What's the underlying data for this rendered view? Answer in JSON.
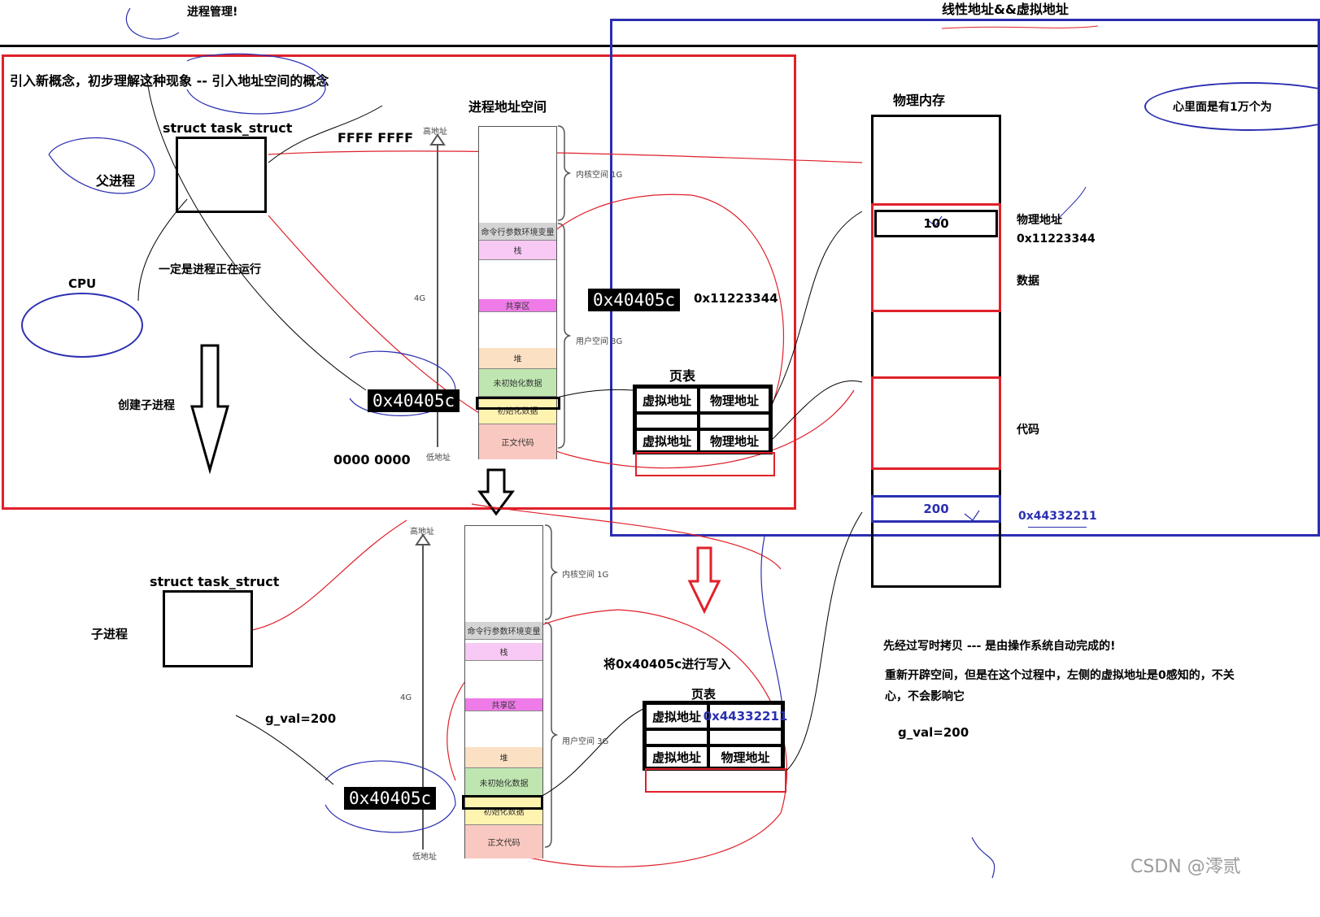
{
  "title": "线性地址&&虚拟地址",
  "process_management_note": "进程管理!",
  "intro": "引入新概念，初步理解这种现象 -- 引入地址空间的概念",
  "parent": {
    "struct_label": "struct task_struct",
    "label": "父进程",
    "cpu_label": "CPU",
    "running_label": "一定是进程正在运行",
    "create_child_label": "创建子进程"
  },
  "child": {
    "struct_label": "struct task_struct",
    "label": "子进程",
    "g_val_label": "g_val=200"
  },
  "address_space": {
    "title": "进程地址空间",
    "high_hex": "FFFF FFFF",
    "low_hex": "0000 0000",
    "high_label": "高地址",
    "low_label": "低地址",
    "size_label": "4G",
    "kernel_label": "内核空间 1G",
    "user_label": "用户空间 3G",
    "segments": [
      "命令行参数环境变量",
      "栈",
      "共享区",
      "堆",
      "未初始化数据",
      "初始化数据",
      "正文代码"
    ]
  },
  "virtual_addr_parent": "0x40405c",
  "virtual_addr_child": "0x40405c",
  "page_table": {
    "title": "页表",
    "parent_rows": [
      [
        "虚拟地址",
        "物理地址"
      ],
      [
        "虚拟地址",
        "物理地址"
      ]
    ],
    "parent_phys_value": "0x11223344",
    "child_rows": [
      [
        "虚拟地址",
        "0x44332211"
      ],
      [
        "虚拟地址",
        "物理地址"
      ]
    ],
    "write_note": "将0x40405c进行写入"
  },
  "physical_memory": {
    "title": "物理内存",
    "value_top": "100",
    "value_bottom": "200",
    "phys_addr_label": "物理地址",
    "phys_addr_top": "0x11223344",
    "data_label": "数据",
    "code_label": "代码",
    "phys_addr_bottom": "0x44332211"
  },
  "bubble_note": "心里面是有1万个为",
  "copy_on_write_note": "先经过写时拷贝 --- 是由操作系统自动完成的!",
  "realloc_note_1": "重新开辟空间，但是在这个过程中，左侧的虚拟地址是0感知的，不关",
  "realloc_note_2": "心，不会影响它",
  "g_val_right": "g_val=200",
  "watermark": "CSDN @澪贰",
  "colors": {
    "red": "#e0202a",
    "blue": "#2b2fb0",
    "black": "#000000"
  }
}
